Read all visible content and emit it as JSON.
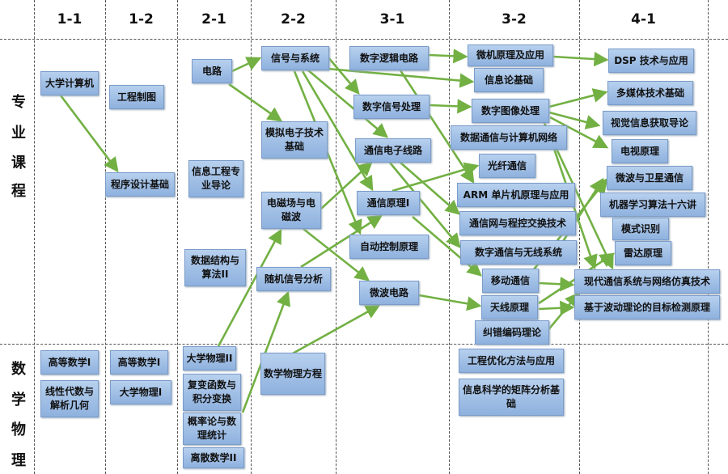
{
  "semesters": [
    "1-1",
    "1-2",
    "2-1",
    "2-2",
    "3-1",
    "3-2",
    "4-1"
  ],
  "rows": {
    "major": [
      "专",
      "业",
      "课",
      "程"
    ],
    "math_physics": [
      "数",
      "学",
      "物",
      "理"
    ]
  },
  "courses": {
    "c11": "大学计算机",
    "c12a": "工程制图",
    "c12b": "程序设计基础",
    "c21a": "电路",
    "c21b": "信息工程专业导论",
    "c21c": "数据结构与算法II",
    "c22a": "信号与系统",
    "c22b": "模拟电子技术基础",
    "c22c": "电磁场与电磁波",
    "c22d": "随机信号分析",
    "c31a": "数字逻辑电路",
    "c31b": "数字信号处理",
    "c31c": "通信电子线路",
    "c31d": "通信原理I",
    "c31e": "自动控制原理",
    "c31f": "微波电路",
    "c32a": "微机原理及应用",
    "c32b": "信息论基础",
    "c32c": "数字图像处理",
    "c32d": "数据通信与计算机网络",
    "c32e": "光纤通信",
    "c32f": "ARM 单片机原理与应用",
    "c32g": "通信网与程控交换技术",
    "c32h": "数字通信与无线系统",
    "c32i": "移动通信",
    "c32j": "天线原理",
    "c32k": "纠错编码理论",
    "c41a": "DSP 技术与应用",
    "c41b": "多媒体技术基础",
    "c41c": "视觉信息获取导论",
    "c41d": "电视原理",
    "c41e": "微波与卫星通信",
    "c41f": "机器学习算法十六讲",
    "c41g": "模式识别",
    "c41h": "雷达原理",
    "c41i": "现代通信系统与网络仿真技术",
    "c41j": "基于波动理论的目标检测原理",
    "m11a": "高等数学I",
    "m11b": "线性代数与解析几何",
    "m12a": "高等数学I",
    "m12b": "大学物理I",
    "m21a": "大学物理II",
    "m21b": "复变函数与积分变换",
    "m21c": "概率论与数理统计",
    "m21d": "离散数学II",
    "m22a": "数学物理方程",
    "m32a": "工程优化方法与应用",
    "m32b": "信息科学的矩阵分析基础"
  },
  "colors": {
    "arrow": "#72b043",
    "box": "#a3c1e8"
  }
}
